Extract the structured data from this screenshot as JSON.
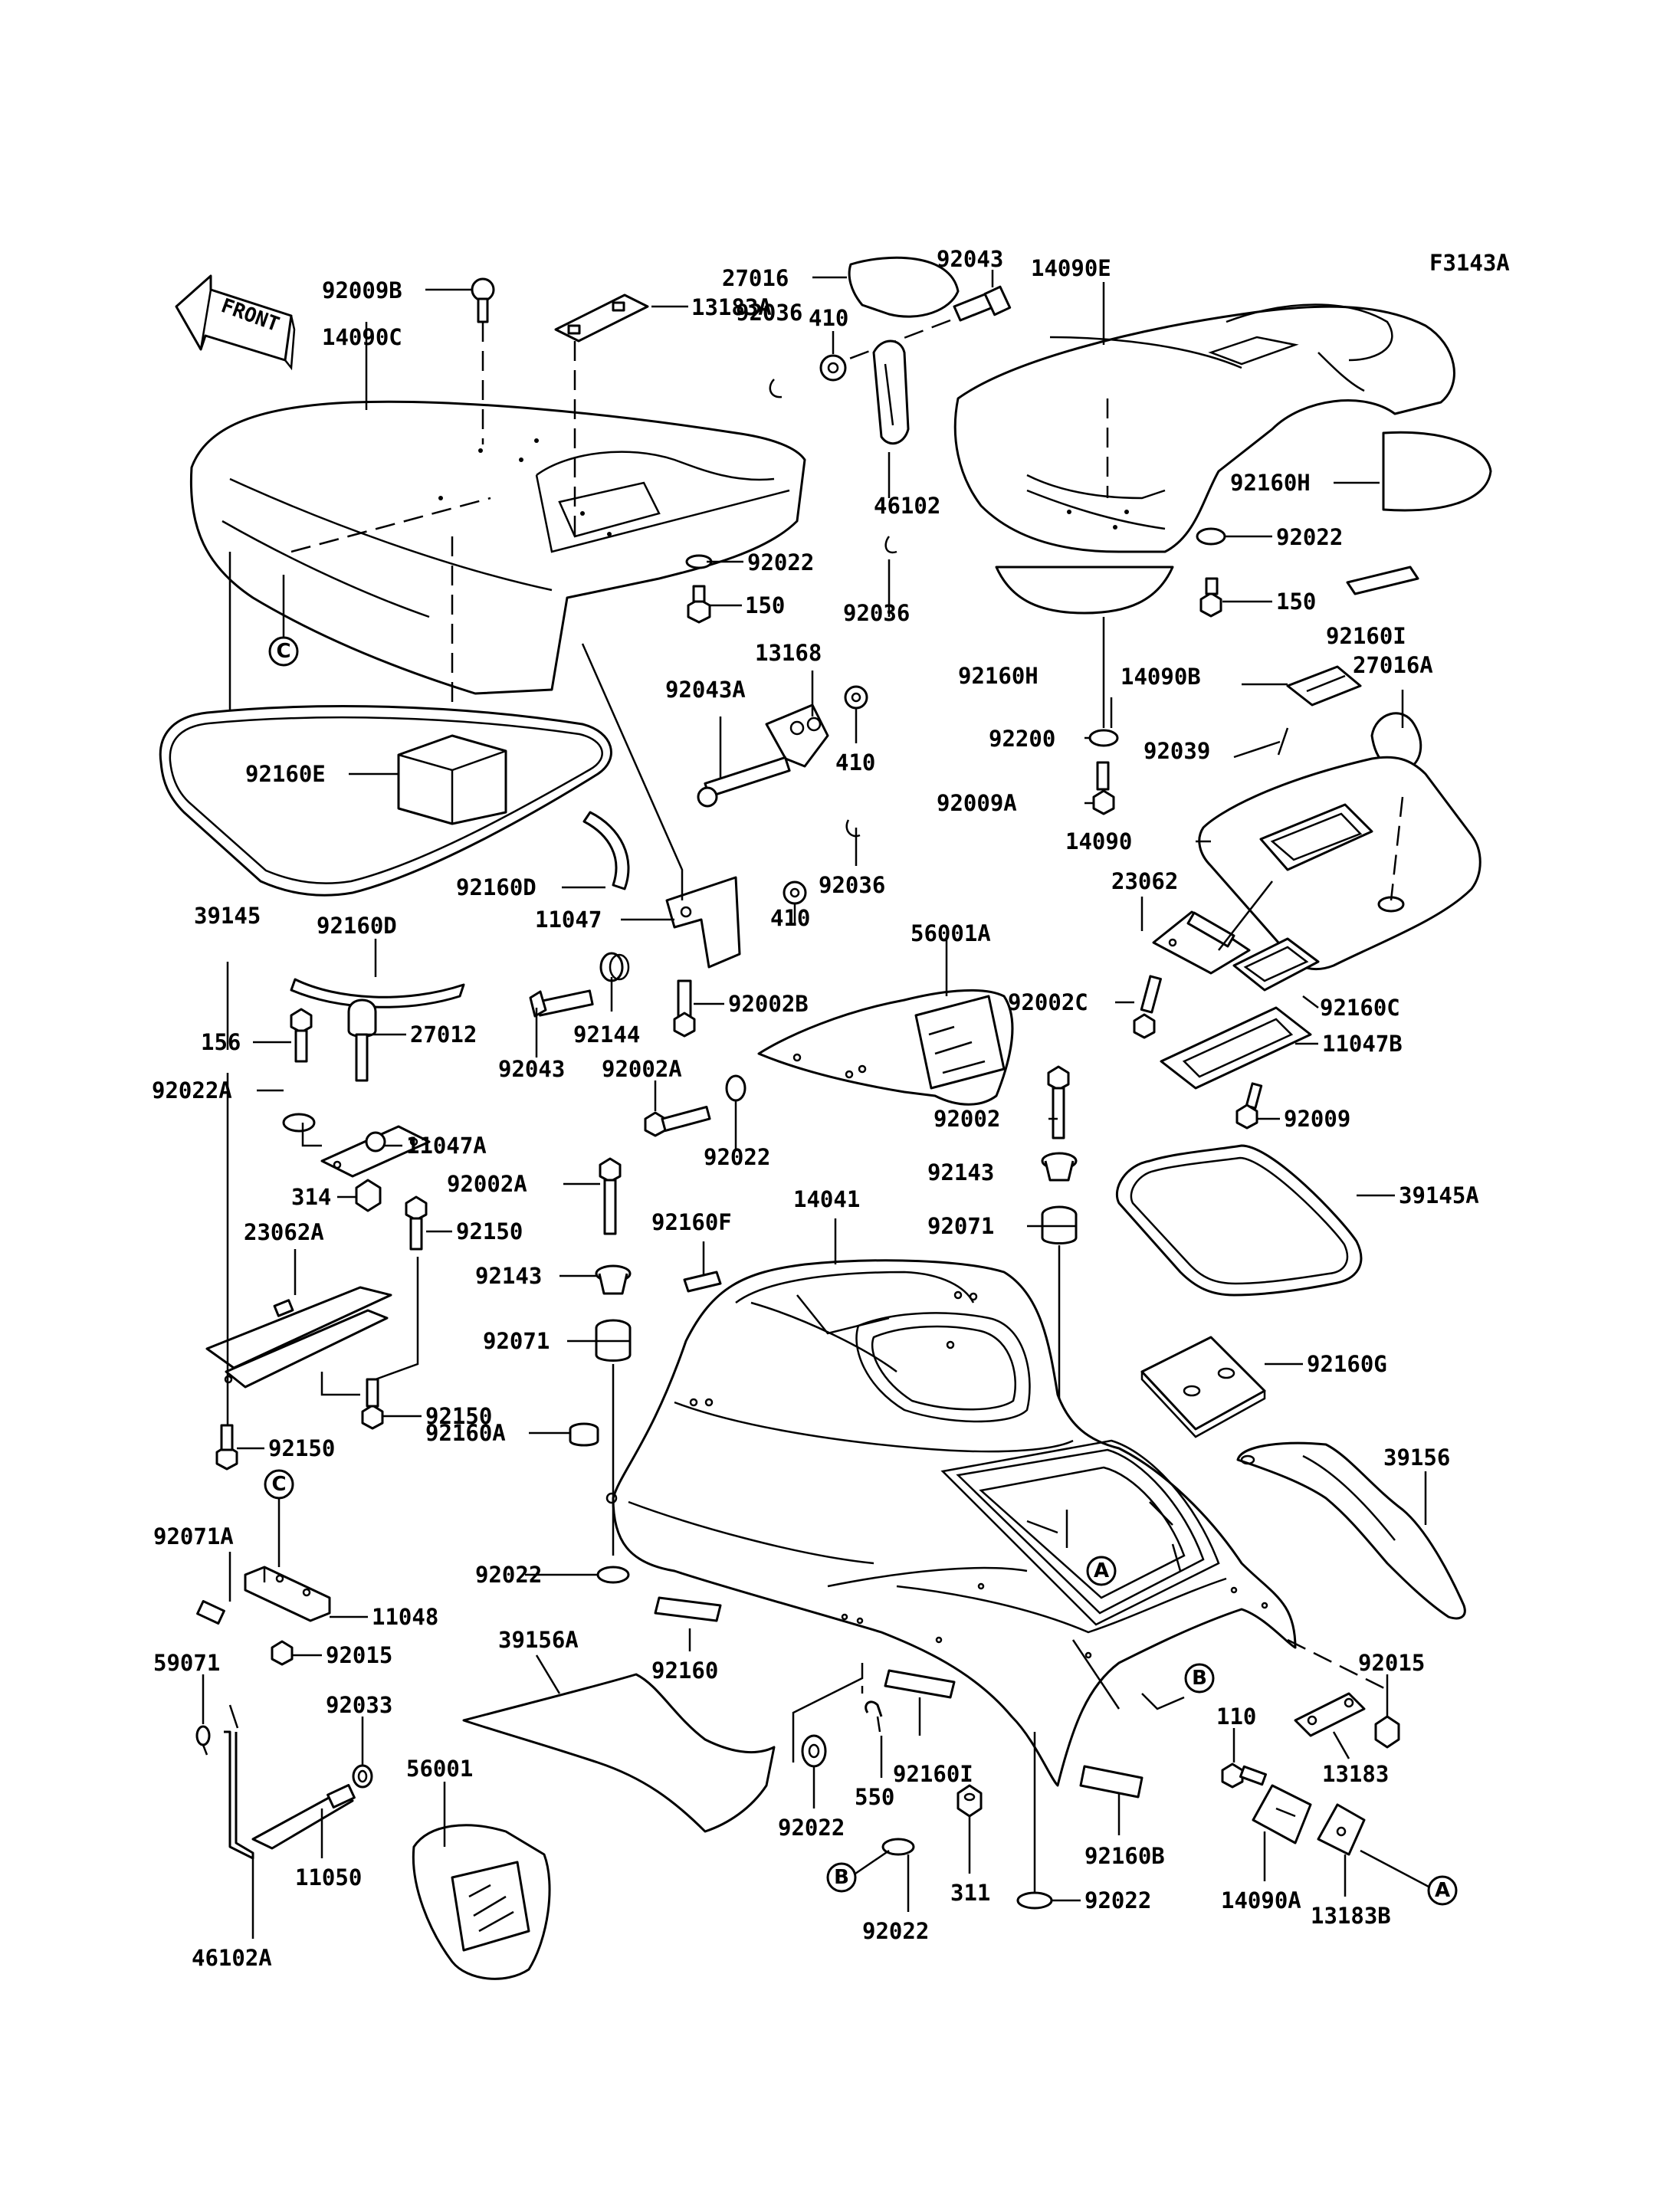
{
  "figure_id": "F3143A",
  "front_label": "FRONT",
  "refs": {
    "a": "A",
    "b": "B",
    "c": "C"
  },
  "labels": {
    "p92009B": "92009B",
    "p13183A": "13183A",
    "p27016": "27016",
    "p92043_top": "92043",
    "p14090E": "14090E",
    "p410_a": "410",
    "p92036_a": "92036",
    "p14090C": "14090C",
    "p46102": "46102",
    "p92022_a": "92022",
    "p92160H_a": "92160H",
    "p92022_b": "92022",
    "p150_a": "150",
    "p92036_b": "92036",
    "p150_b": "150",
    "p92160I_a": "92160I",
    "p13168": "13168",
    "p92043A": "92043A",
    "p92160H_b": "92160H",
    "p14090B": "14090B",
    "p27016A": "27016A",
    "p92160E": "92160E",
    "p410_b": "410",
    "p92200": "92200",
    "p92039": "92039",
    "p92009A": "92009A",
    "p14090": "14090",
    "p92036_c": "92036",
    "p92160D_a": "92160D",
    "p410_c": "410",
    "p23062": "23062",
    "p39145": "39145",
    "p11047": "11047",
    "p56001A": "56001A",
    "p92160D_b": "92160D",
    "p92002B": "92002B",
    "p92002C": "92002C",
    "p92160C": "92160C",
    "p156": "156",
    "p27012": "27012",
    "p92144": "92144",
    "p11047B": "11047B",
    "p92022A": "92022A",
    "p92043_mid": "92043",
    "p92002A_a": "92002A",
    "p11047A": "11047A",
    "p92002": "92002",
    "p92009": "92009",
    "p92022_c": "92022",
    "p92143_a": "92143",
    "p314": "314",
    "p92002A_b": "92002A",
    "p14041": "14041",
    "p39145A": "39145A",
    "p23062A": "23062A",
    "p92150_a": "92150",
    "p92160F": "92160F",
    "p92071_a": "92071",
    "p92143_b": "92143",
    "p92160G": "92160G",
    "p92071_b": "92071",
    "p92150_b": "92150",
    "p92160A": "92160A",
    "p39156": "39156",
    "p92150_c": "92150",
    "p92071A": "92071A",
    "p92022_d": "92022",
    "p11048": "11048",
    "p39156A": "39156A",
    "p92015_a": "92015",
    "p92015_b": "92015",
    "p92160": "92160",
    "p59071": "59071",
    "p92033": "92033",
    "p110": "110",
    "p56001": "56001",
    "p92160I_b": "92160I",
    "p13183": "13183",
    "p550": "550",
    "p92022_e": "92022",
    "p11050": "11050",
    "p92160B": "92160B",
    "p311": "311",
    "p46102A": "46102A",
    "p92022_f": "92022",
    "p14090A": "14090A",
    "p92022_g": "92022",
    "p13183B": "13183B"
  }
}
